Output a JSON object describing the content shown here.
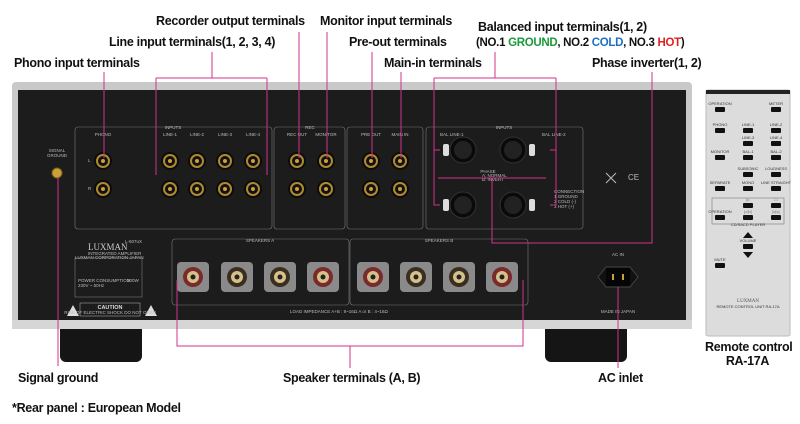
{
  "callouts": {
    "recorder_output": "Recorder output terminals",
    "monitor_input": "Monitor input terminals",
    "line_input": "Line input terminals(1, 2, 3, 4)",
    "pre_out": "Pre-out terminals",
    "balanced_input": "Balanced input terminals(1, 2)",
    "balanced_detail": {
      "open": "(NO.1 ",
      "ground": "GROUND",
      "mid1": ", NO.2 ",
      "cold": "COLD",
      "mid2": ", NO.3 ",
      "hot": "HOT",
      "close": ")"
    },
    "main_in": "Main-in terminals",
    "phono_input": "Phono input terminals",
    "phase_inverter": "Phase inverter(1, 2)",
    "signal_ground": "Signal ground",
    "speaker_terminals": "Speaker terminals (A, B)",
    "ac_inlet": "AC inlet",
    "remote_control": "Remote control",
    "remote_model": "RA-17A",
    "footnote": "*Rear panel : European Model"
  },
  "colors": {
    "callout_line": "#d4308a",
    "ground": "#1a9a3a",
    "cold": "#1b6fc2",
    "hot": "#e0201f"
  },
  "panel": {
    "inputs": "INPUTS",
    "phono": "PHONO",
    "lines": [
      "LINE-1",
      "LINE-2",
      "LINE-3",
      "LINE-4"
    ],
    "rec": "REC",
    "rec_out": "REC OUT",
    "monitor": "MONITOR",
    "pre_out": "PRE OUT",
    "main_in": "MAIN IN",
    "bal_inputs": "INPUTS",
    "bal_line_1": "BAL LINE-1",
    "bal_line_2": "BAL LINE-2",
    "phase": "PHASE",
    "phase_normal": "A: NORMAL",
    "phase_invert": "B: INVERT",
    "connection": [
      "CONNECTION",
      "1 GROUND",
      "2 COLD (-)",
      "3 HOT (+)"
    ],
    "signal_ground": [
      "SIGNAL",
      "GROUND"
    ],
    "brand": "LUXMAN",
    "model": "L-507uX",
    "type": "INTEGRATED AMPLIFIER",
    "corp": "LUXMAN CORPORATION JAPAN",
    "power": "POWER CONSUMPTION",
    "power_val": "300W",
    "voltage": "230V ~ 50Hz",
    "caution": "CAUTION",
    "caution_text": "RISK OF ELECTRIC SHOCK DO NOT OPEN",
    "speakers_a": "SPEAKERS A",
    "speakers_b": "SPEAKERS B",
    "load_impedance": "LOAD IMPEDANCE   A+B : 8~16Ω   A or B : 4~16Ω",
    "ac_in": "AC IN",
    "made_in": "MADE IN JAPAN",
    "ce": "CE",
    "ch_l": "L",
    "ch_r": "R"
  },
  "remote": {
    "buttons": [
      {
        "label": "OPERATION"
      },
      {
        "label": "METER"
      },
      {
        "label": "PHONO"
      },
      {
        "label": "LINE-1"
      },
      {
        "label": "LINE-2"
      },
      {
        "label": "LINE-3"
      },
      {
        "label": "LINE-4"
      },
      {
        "label": "MONITOR"
      },
      {
        "label": "BAL-1"
      },
      {
        "label": "BAL-2"
      },
      {
        "label": "SUBSONIC"
      },
      {
        "label": "LOUDNESS"
      },
      {
        "label": "SEPARATE"
      },
      {
        "label": "MONO"
      },
      {
        "label": "LINE STRAIGHT"
      },
      {
        "label": "▷"
      },
      {
        "label": "□"
      },
      {
        "label": "OPERATION"
      },
      {
        "label": "|◁◁"
      },
      {
        "label": "▷▷|"
      },
      {
        "label": "VOLUME"
      },
      {
        "label": "MUTE"
      }
    ],
    "group": "CD/SACD PLAYER",
    "brand": "LUXMAN",
    "unit": "REMOTE CONTROL UNIT RA-17A"
  }
}
